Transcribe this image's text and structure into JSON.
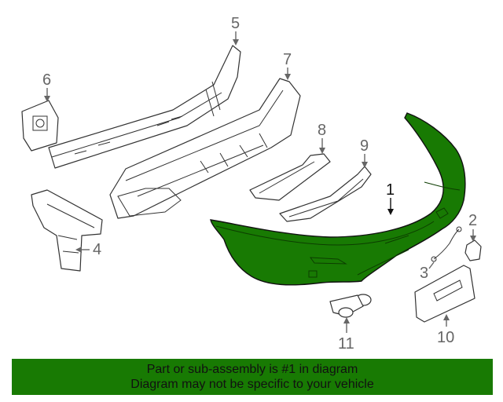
{
  "diagram": {
    "highlight_color": "#187a03",
    "callouts": [
      {
        "id": "1",
        "label": "1"
      },
      {
        "id": "2",
        "label": "2"
      },
      {
        "id": "3",
        "label": "3"
      },
      {
        "id": "4",
        "label": "4"
      },
      {
        "id": "5",
        "label": "5"
      },
      {
        "id": "6",
        "label": "6"
      },
      {
        "id": "7",
        "label": "7"
      },
      {
        "id": "8",
        "label": "8"
      },
      {
        "id": "9",
        "label": "9"
      },
      {
        "id": "10",
        "label": "10"
      },
      {
        "id": "11",
        "label": "11"
      }
    ]
  },
  "banner": {
    "line1": "Part or sub-assembly is #1 in diagram",
    "line2": "Diagram may not be specific to your vehicle",
    "background": "#187a03"
  }
}
